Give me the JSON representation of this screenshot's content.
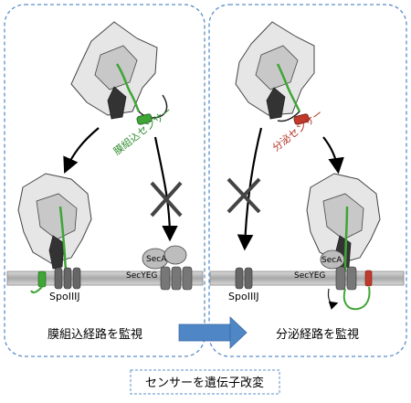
{
  "left_panel": {
    "sensor_label": "膜組込センサー",
    "protein_label": "SpoIIIJ",
    "channel_label": "SecYEG",
    "atpase_label": "SecA",
    "caption": "膜組込経路を監視"
  },
  "right_panel": {
    "sensor_label": "分泌センサー",
    "protein_label": "SpoIIIJ",
    "channel_label": "SecYEG",
    "atpase_label": "SecA",
    "caption": "分泌経路を監視"
  },
  "bottom_caption": "センサーを遺伝子改変",
  "colors": {
    "panel_border": "#5b8fc9",
    "membrane": "#b5b5b5",
    "ribosome": "#e6e6e6",
    "membrane_sensor": "#3fa535",
    "secretion_sensor": "#c0392b",
    "arrow_fill": "#4f86c6"
  }
}
